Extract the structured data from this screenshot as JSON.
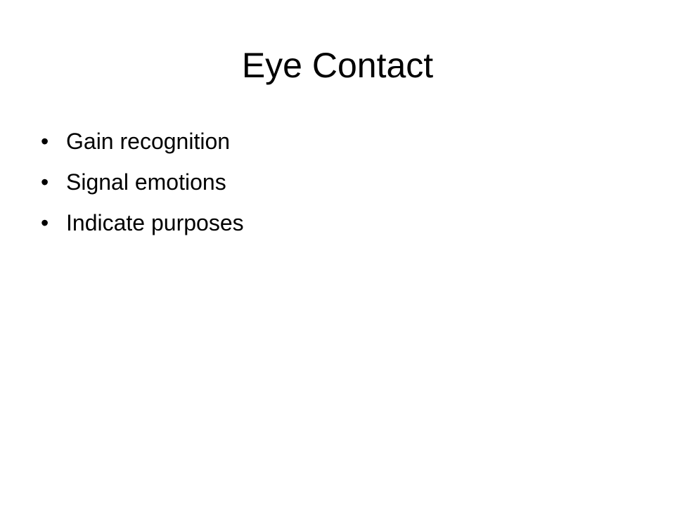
{
  "slide": {
    "title": "Eye Contact",
    "bullet_symbol": "•",
    "bullets": [
      "Gain recognition",
      "Signal emotions",
      "Indicate purposes"
    ]
  }
}
